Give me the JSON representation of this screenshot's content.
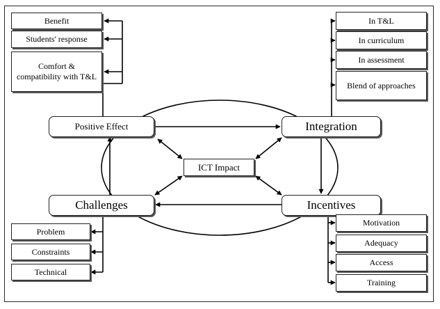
{
  "center": {
    "label": "ICT Impact"
  },
  "nodes": {
    "positive_effect": "Positive Effect",
    "integration": "Integration",
    "challenges": "Challenges",
    "incentives": "Incentives"
  },
  "positive_effect_items": [
    "Benefit",
    "Students' response",
    "Comfort & compatibility with T&L"
  ],
  "integration_items": [
    "In T&L",
    "In curriculum",
    "In assessment",
    "Blend of approaches"
  ],
  "challenges_items": [
    "Problem",
    "Constraints",
    "Technical"
  ],
  "incentives_items": [
    "Motivation",
    "Adequacy",
    "Access",
    "Training"
  ]
}
